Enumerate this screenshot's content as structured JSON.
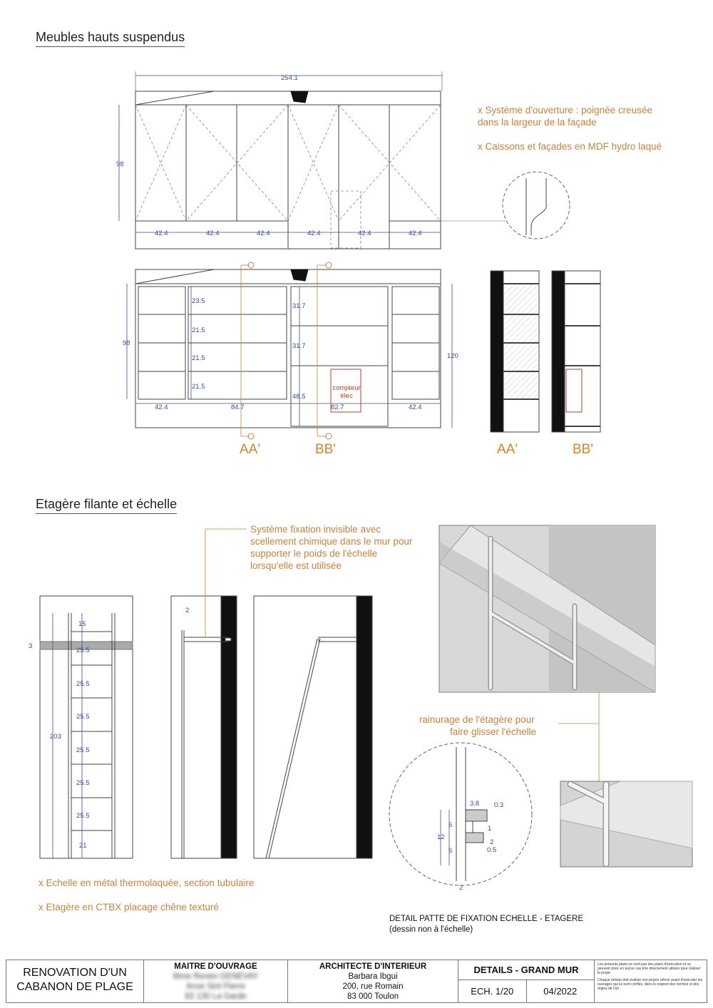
{
  "sections": {
    "cabinets_title": "Meubles hauts suspendus",
    "shelf_title": "Etagère filante et échelle"
  },
  "cabinet_notes": {
    "opening_line1": "x Système d'ouverture : poignée creusée",
    "opening_line2": "dans la largeur de la façade",
    "material": "x Caissons et façades en MDF hydro laqué"
  },
  "elevation_dims": {
    "total_width": "254.1",
    "height": "98",
    "module": "42.4"
  },
  "interior_dims": {
    "height_left": "98",
    "height_right": "120",
    "shelf_top": "23.5",
    "shelf_mid": "21.5",
    "shelf_b1": "31.7",
    "shelf_b2": "48.5",
    "width_left": "42.4",
    "width_a": "84.7",
    "width_b": "82.7",
    "width_right": "42.4",
    "meter_label_1": "compteur",
    "meter_label_2": "élec"
  },
  "section_tags": {
    "aa": "AA'",
    "bb": "BB'"
  },
  "fixing_note": {
    "line1": "Système fixation invisible avec",
    "line2": "scellement chimique dans le mur pour",
    "line3": "supporter le poids de l'échelle",
    "line4": "lorsqu'elle est utilisée"
  },
  "groove_note": {
    "line1": "rainurage de l'étagère pour",
    "line2": "faire glisser l'échelle"
  },
  "ladder_dims": {
    "total_height": "203",
    "shelf_thickness": "3",
    "top": "15",
    "rung": "25.5",
    "bottom": "21",
    "offset": "2"
  },
  "detail_dims": {
    "a": "3.8",
    "b": "0.3",
    "c": "6",
    "d": "12",
    "e": "1",
    "f": "2",
    "g": "0.5",
    "h": "2"
  },
  "ladder_notes": {
    "ladder": "x Echelle en métal thermolaquée, section tubulaire",
    "shelf": "x Etagère en CTBX placage chêne texturé"
  },
  "detail_caption": {
    "line1": "DETAIL PATTE DE FIXATION ECHELLE - ETAGERE",
    "line2": "(dessin non à l'échelle)"
  },
  "title_block": {
    "project_line1": "RENOVATION D'UN",
    "project_line2": "CABANON DE PLAGE",
    "owner_heading": "MAITRE D'OUVRAGE",
    "owner_line1": "Mme Renée GENEVAY",
    "owner_line2": "Anse Sint Pierre",
    "owner_line3": "83 130 La Garde",
    "architect_heading": "ARCHITECTE D'INTERIEUR",
    "architect_name": "Barbara Ibgui",
    "architect_street": "200, rue Romain",
    "architect_city": "83 000 Toulon",
    "sheet_title": "DETAILS - GRAND MUR",
    "scale": "ECH. 1/20",
    "date": "04/2022",
    "legal1": "Les présents plans ne sont pas des plans d'exécution et ne peuvent donc en aucun cas être directement utilisés pour réaliser le projet.",
    "legal2": "Chaque artisan doit réaliser son propre relevé avant d'exécuter les ouvrages qui lui sont confiés, dans le respect des normes et des règles de l'art."
  },
  "colors": {
    "note": "#c8823c",
    "dimension": "#3a4a9a",
    "meter_box": "#c0392b"
  }
}
